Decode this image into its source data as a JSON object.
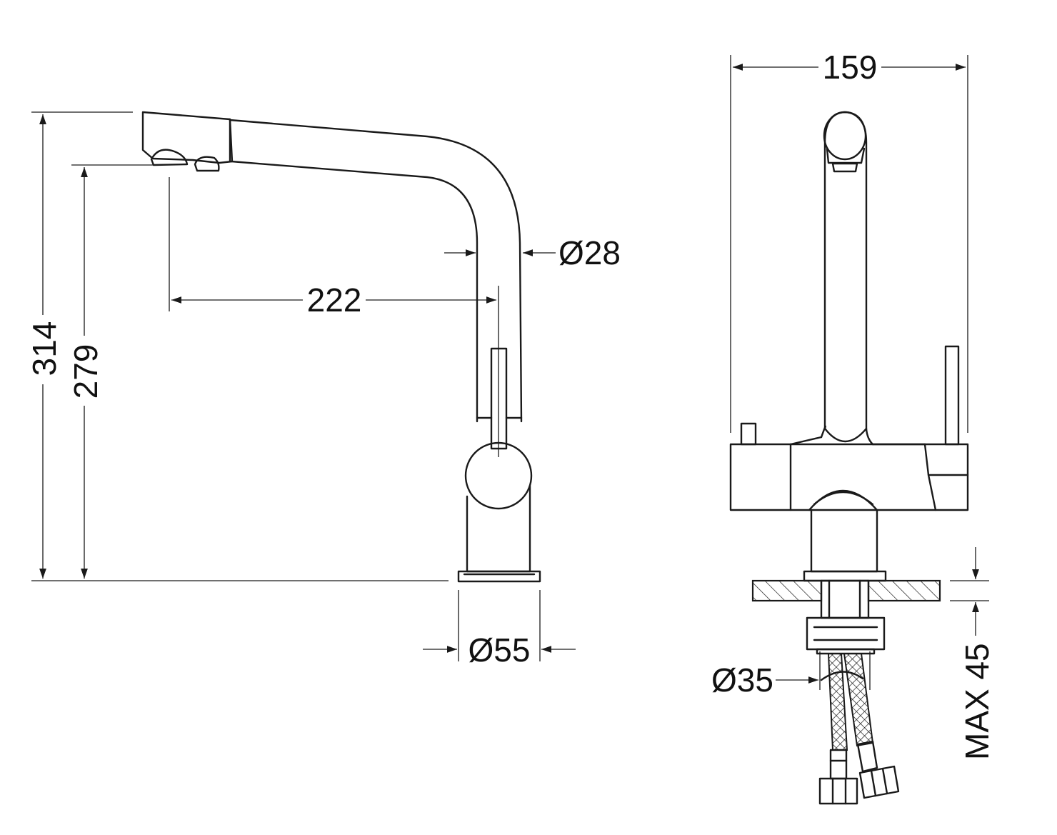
{
  "drawing": {
    "dims": {
      "total_height": "314",
      "spout_height": "279",
      "reach": "222",
      "pipe_diameter": "Ø28",
      "base_diameter": "Ø55",
      "width": "159",
      "hole_diameter": "Ø35",
      "max_thickness": "MAX 45"
    }
  },
  "colors": {
    "line": "#1a1a1a",
    "background": "#ffffff"
  }
}
